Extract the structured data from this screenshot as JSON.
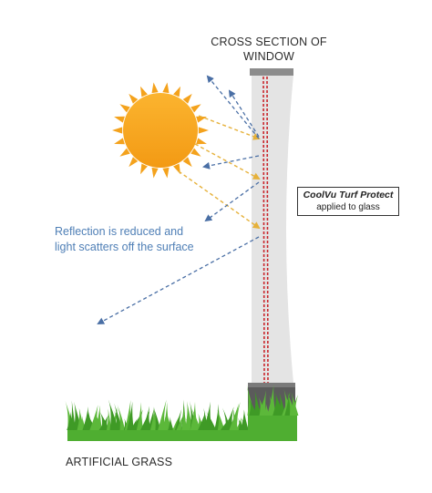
{
  "window_title": {
    "line1": "CROSS SECTION OF",
    "line2": "WINDOW"
  },
  "film_label": {
    "product": "CoolVu Turf Protect",
    "subtitle": "applied to glass"
  },
  "reflection_note": {
    "line1": "Reflection is reduced and",
    "line2": "light scatters off the surface"
  },
  "grass_caption": "ARTIFICIAL GRASS",
  "colors": {
    "sun_fill": "#f5a623",
    "sun_rays": "#f4a21c",
    "incoming_arrow": "#e6b13a",
    "reflected_arrow": "#4a6fa5",
    "glass": "#e2e2e2",
    "film_line": "#c9252b",
    "frame": "#8a8a8a",
    "base": "#5a5a5a",
    "grass": "#5cb83a",
    "note_text": "#4f7fb6"
  },
  "icons": {
    "sun": "sun-icon",
    "grass": "grass-icon"
  }
}
